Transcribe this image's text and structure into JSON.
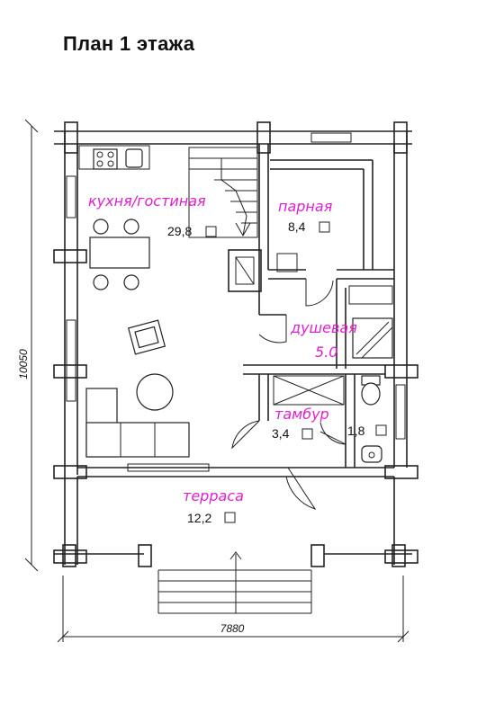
{
  "title": "План 1 этажа",
  "rooms": [
    {
      "name": "кухня/гостиная",
      "area": "29,8"
    },
    {
      "name": "парная",
      "area": "8,4"
    },
    {
      "name": "душевая",
      "area": "5.0"
    },
    {
      "name": "тамбур",
      "area": "3,4"
    },
    {
      "name": "",
      "area": "1,8"
    },
    {
      "name": "терраса",
      "area": "12,2"
    }
  ],
  "dimensions": {
    "height": "10050",
    "width": "7880"
  },
  "colors": {
    "room_label": "#e020d0",
    "lines": "#222222"
  }
}
